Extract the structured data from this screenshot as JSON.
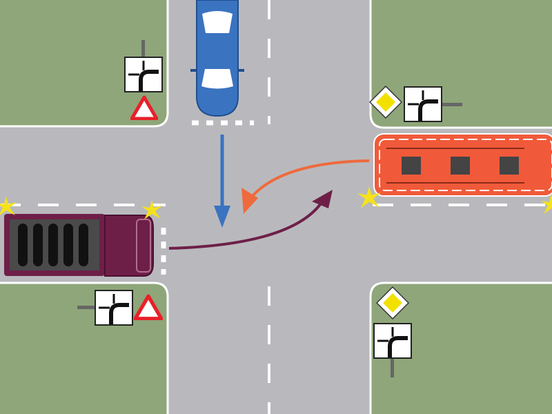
{
  "scene": {
    "colors": {
      "road": "#b9b9bd",
      "grass": "#8ea679",
      "line": "#ffffff",
      "blue_car": "#3a73c0",
      "truck": "#6e1f48",
      "bus": "#f05a3a",
      "blue_arrow": "#3a73c0",
      "orange_arrow": "#ee6a3c",
      "purple_arrow": "#6e1f48",
      "signal": "#f5e21a"
    },
    "icons": [
      "priority-road-bent-sign",
      "yield-sign",
      "main-road-diamond-sign",
      "car-icon",
      "truck-icon",
      "bus-icon",
      "direction-arrow"
    ]
  }
}
